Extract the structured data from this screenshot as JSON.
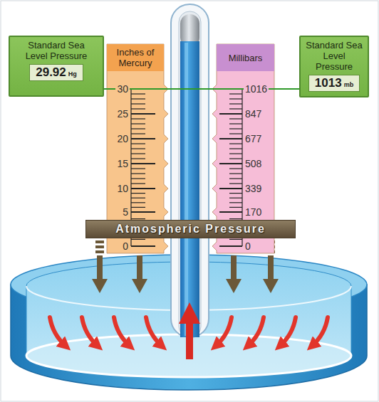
{
  "diagram": {
    "nodes": [
      {
        "text": [
          "Standard Sea Level Pressure"
        ]
      },
      {
        "text": [
          "29.92",
          "Hg"
        ],
        "in": 0
      },
      {
        "text": [
          "Inches of Mercury",
          "30",
          "25",
          "20",
          "15",
          "10",
          "5",
          "0"
        ]
      },
      {
        "text": [
          "Millibars",
          "1016",
          "847",
          "677",
          "508",
          "339",
          "170",
          "0"
        ]
      },
      {
        "text": [
          "Standard Sea Level Pressure"
        ]
      },
      {
        "text": [
          "1013",
          "mb"
        ],
        "in": 4
      },
      {
        "text": [
          "Atmospheric Pressure"
        ]
      }
    ],
    "edges": [
      {
        "from": 0,
        "to": 4,
        "arrow": "none"
      }
    ]
  }
}
